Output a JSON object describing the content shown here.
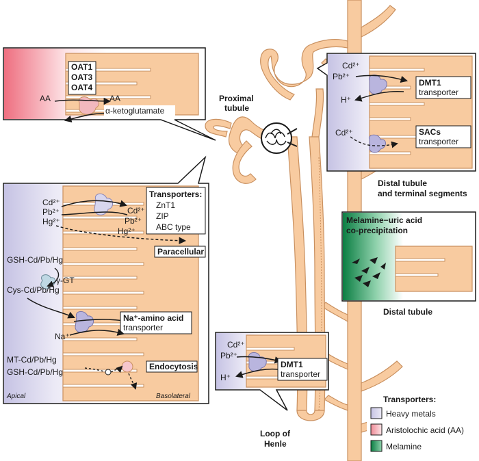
{
  "aa_panel": {
    "oat1": "OAT1",
    "oat3": "OAT3",
    "oat4": "OAT4",
    "aa_left": "AA",
    "aa_right": "AA",
    "ketoglutarate": "α-ketoglutamate"
  },
  "proximal_label": [
    "Proximal",
    "tubule"
  ],
  "hm_panel": {
    "cd": "Cd²⁺",
    "pb": "Pb²⁺",
    "hg": "Hg²⁺",
    "cd_r": "Cd²⁺",
    "pb_r": "Pb²⁺",
    "hg_r": "Hg²⁺",
    "transporters_title": "Transporters:",
    "transporters_list": [
      "ZnT1",
      "ZIP",
      "ABC type"
    ],
    "paracellular": "Paracellular",
    "gsh": "GSH-Cd/Pb/Hg",
    "ggt": "γ-GT",
    "cys": "Cys-Cd/Pb/Hg",
    "na_aa_title": "Na⁺-amino acid",
    "na_aa_sub": "transporter",
    "na": "Na⁺",
    "mt": "MT-Cd/Pb/Hg",
    "gsh2": "GSH-Cd/Pb/Hg",
    "endocytosis": "Endocytosis",
    "apical": "Apical",
    "basolateral": "Basolateral"
  },
  "distal_panel": {
    "cd": "Cd²⁺",
    "pb": "Pb²⁺",
    "h": "H⁺",
    "dmt1_title": "DMT1",
    "dmt1_sub": "transporter",
    "cd2": "Cd²⁺",
    "sacs_title": "SACs",
    "sacs_sub": "transporter"
  },
  "distal_label": [
    "Distal tubule",
    "and terminal segments"
  ],
  "melamine_panel": {
    "title": [
      "Melamine−uric acid",
      "co-precipitation"
    ]
  },
  "distal_tubule_label": "Distal tubule",
  "loop_panel": {
    "cd": "Cd²⁺",
    "pb": "Pb²⁺",
    "h": "H⁺",
    "dmt1_title": "DMT1",
    "dmt1_sub": "transporter"
  },
  "loop_label": [
    "Loop of",
    "Henle"
  ],
  "legend": {
    "title": "Transporters:",
    "items": [
      {
        "label": "Heavy metals",
        "color": "#c9c7e6"
      },
      {
        "label": "Aristolochic acid (AA)",
        "color": "#f2b8be"
      },
      {
        "label": "Melamine",
        "color": "#0f8a4a"
      }
    ]
  },
  "colors": {
    "tissue": "#f8cba0",
    "tissue_stroke": "#c9905f",
    "hm_gradient": "#c9c7e6",
    "aa_gradient": "#e86a7a",
    "melamine_gradient": "#0f8a4a"
  }
}
